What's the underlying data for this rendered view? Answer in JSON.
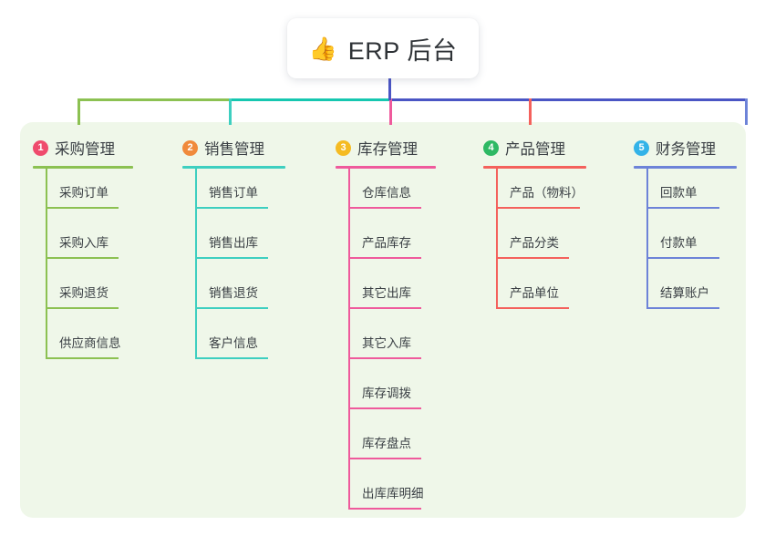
{
  "page": {
    "background": "#ffffff",
    "panel_background": "#eff7e9"
  },
  "root": {
    "icon": "thumbs-up-icon",
    "emoji": "👍",
    "title": "ERP 后台",
    "stem_color": "#4a55c4"
  },
  "bus": {
    "segment_colors": [
      "#8cc152",
      "#16c7b0",
      "#4a55c4"
    ]
  },
  "columns": [
    {
      "index": "1",
      "title": "采购管理",
      "badge_color": "#ef4b6d",
      "line_color": "#8cc152",
      "items": [
        "采购订单",
        "采购入库",
        "采购退货",
        "供应商信息"
      ]
    },
    {
      "index": "2",
      "title": "销售管理",
      "badge_color": "#f08a3c",
      "line_color": "#3ecfc0",
      "items": [
        "销售订单",
        "销售出库",
        "销售退货",
        "客户信息"
      ]
    },
    {
      "index": "3",
      "title": "库存管理",
      "badge_color": "#f5bb22",
      "line_color": "#ef5a9c",
      "items": [
        "仓库信息",
        "产品库存",
        "其它出库",
        "其它入库",
        "库存调拨",
        "库存盘点",
        "出库库明细"
      ]
    },
    {
      "index": "4",
      "title": "产品管理",
      "badge_color": "#2eb964",
      "line_color": "#f4615c",
      "items": [
        "产品（物料）",
        "产品分类",
        "产品单位"
      ]
    },
    {
      "index": "5",
      "title": "财务管理",
      "badge_color": "#33b3e8",
      "line_color": "#6d83d8",
      "items": [
        "回款单",
        "付款单",
        "结算账户"
      ]
    }
  ]
}
